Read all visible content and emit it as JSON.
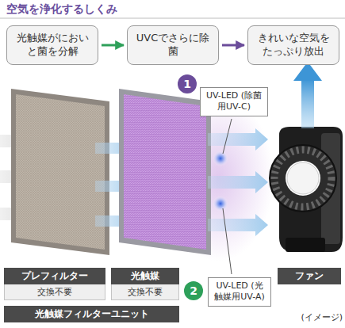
{
  "diagram": {
    "title": "空気を浄化するしくみ",
    "nodes": [
      {
        "text": [
          "光触媒がにおいと菌を分解"
        ]
      },
      {
        "text": [
          "UVCでさらに除菌"
        ]
      },
      {
        "text": [
          "きれいな空気をたっぷり放出"
        ]
      },
      {
        "text": [
          "UV-LED (除菌用UV-C)"
        ]
      },
      {
        "text": [
          "プレフィルター",
          "交換不要"
        ]
      },
      {
        "text": [
          "光触媒",
          "交換不要"
        ]
      },
      {
        "text": [
          "ファン"
        ]
      },
      {
        "text": [
          "UV-LED (光触媒用UV-A)"
        ]
      },
      {
        "text": [
          "光触媒フィルターユニット"
        ]
      }
    ],
    "edges": [
      {
        "from": 0,
        "to": 1,
        "arrow": "to"
      },
      {
        "from": 1,
        "to": 2,
        "arrow": "to"
      }
    ],
    "labels": [
      "1",
      "2",
      "(イメージ)"
    ]
  }
}
